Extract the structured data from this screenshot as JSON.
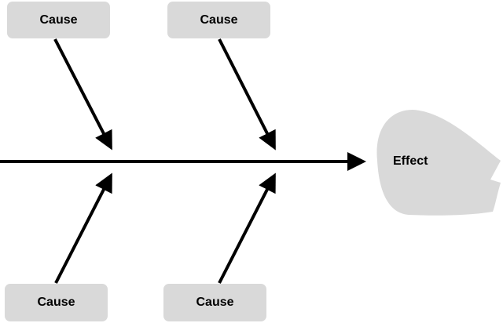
{
  "causes": [
    {
      "label": "Cause"
    },
    {
      "label": "Cause"
    },
    {
      "label": "Cause"
    },
    {
      "label": "Cause"
    }
  ],
  "effect": {
    "label": "Effect"
  },
  "colors": {
    "box_fill": "#d9d9d9",
    "line": "#000000"
  }
}
